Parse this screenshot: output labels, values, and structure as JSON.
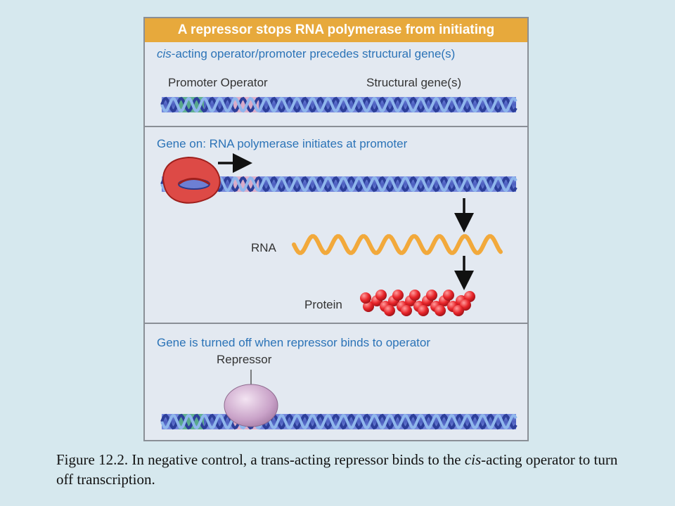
{
  "figure": {
    "header": "A repressor stops RNA polymerase from initiating",
    "section1": {
      "title_italic": "cis",
      "title_rest": "-acting operator/promoter precedes structural gene(s)",
      "promoter_operator_label": "Promoter Operator",
      "structural_label": "Structural gene(s)"
    },
    "section2": {
      "title": "Gene on: RNA polymerase initiates at promoter",
      "rna_label": "RNA",
      "protein_label": "Protein"
    },
    "section3": {
      "title": "Gene is turned off when repressor binds to operator",
      "repressor_label": "Repressor"
    }
  },
  "colors": {
    "header_bg": "#e7a93c",
    "section_title": "#2b73b7",
    "dna_blue": "#5a6fc4",
    "dna_light": "#8fb6ec",
    "promoter_green": "#5bbf7a",
    "operator_pink": "#f0b7c9",
    "polymerase_red": "#dd4a46",
    "rna_orange": "#f2a93b",
    "protein_red": "#e8252a",
    "repressor_purple": "#c9a2c8"
  },
  "caption": {
    "part1": "Figure 12.2.  In negative control, a trans-acting repressor binds to the ",
    "italic": "cis",
    "part2": "-acting operator to turn off transcription."
  }
}
